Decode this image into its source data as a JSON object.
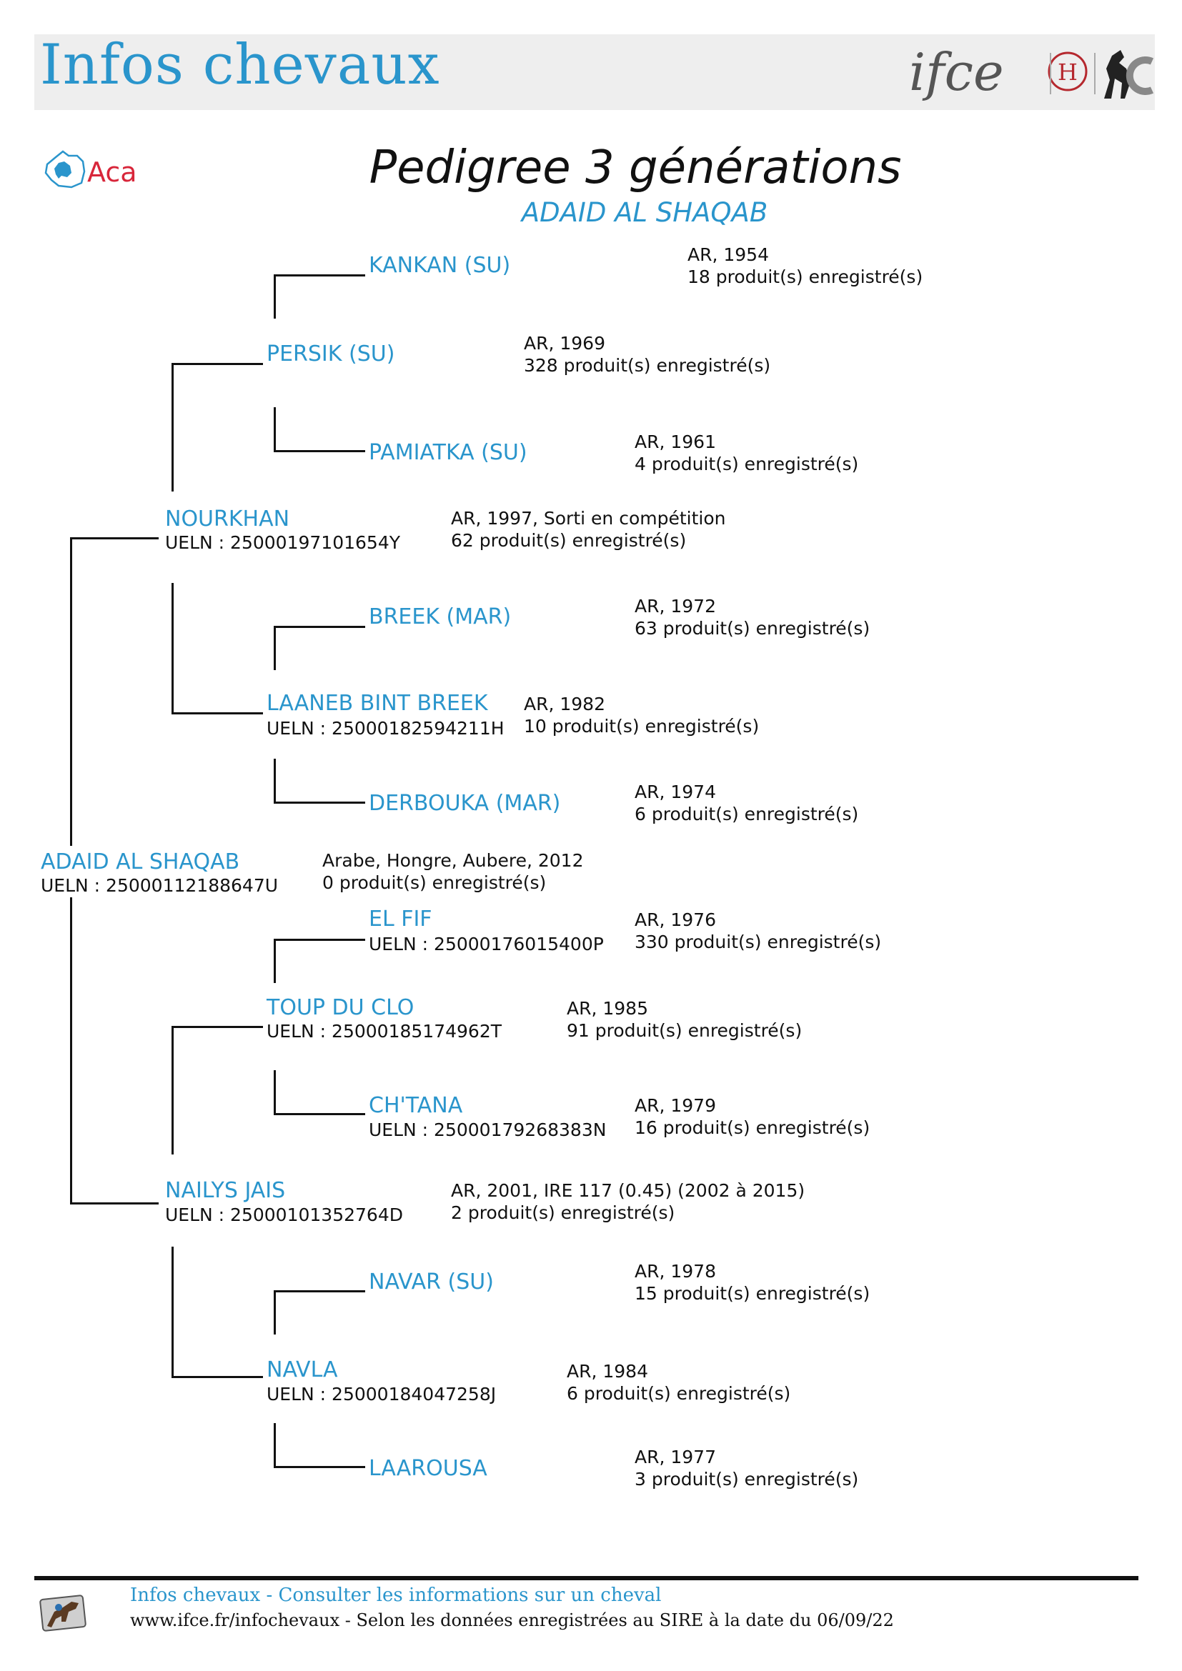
{
  "header": {
    "site_title": "Infos chevaux",
    "logo_text": "ifce",
    "logo_h": "H"
  },
  "aca_logo_text": "Aca",
  "title": "Pedigree 3 générations",
  "subtitle": "ADAID AL SHAQAB",
  "subject": {
    "name": "ADAID AL SHAQAB",
    "ueln": "UELN : 25000112188647U",
    "info1": "Arabe, Hongre, Aubere, 2012",
    "info2": "0 produit(s) enregistré(s)"
  },
  "sire": {
    "name": "NOURKHAN",
    "ueln": "UELN : 25000197101654Y",
    "info1": "AR, 1997, Sorti en compétition",
    "info2": "62 produit(s) enregistré(s)"
  },
  "sire_sire": {
    "name": "PERSIK (SU)",
    "info1": "AR, 1969",
    "info2": "328 produit(s) enregistré(s)"
  },
  "sire_sire_sire": {
    "name": "KANKAN (SU)",
    "info1": "AR, 1954",
    "info2": "18 produit(s) enregistré(s)"
  },
  "sire_sire_dam": {
    "name": "PAMIATKA (SU)",
    "info1": "AR, 1961",
    "info2": "4 produit(s) enregistré(s)"
  },
  "sire_dam": {
    "name": "LAANEB BINT BREEK",
    "ueln": "UELN : 25000182594211H",
    "info1": "AR, 1982",
    "info2": "10 produit(s) enregistré(s)"
  },
  "sire_dam_sire": {
    "name": "BREEK (MAR)",
    "info1": "AR, 1972",
    "info2": "63 produit(s) enregistré(s)"
  },
  "sire_dam_dam": {
    "name": "DERBOUKA (MAR)",
    "info1": "AR, 1974",
    "info2": "6 produit(s) enregistré(s)"
  },
  "dam": {
    "name": "NAILYS JAIS",
    "ueln": "UELN : 25000101352764D",
    "info1": "AR, 2001, IRE 117 (0.45) (2002 à 2015)",
    "info2": "2 produit(s) enregistré(s)"
  },
  "dam_sire": {
    "name": "TOUP DU CLO",
    "ueln": "UELN : 25000185174962T",
    "info1": "AR, 1985",
    "info2": "91 produit(s) enregistré(s)"
  },
  "dam_sire_sire": {
    "name": "EL FIF",
    "ueln": "UELN : 25000176015400P",
    "info1": "AR, 1976",
    "info2": "330 produit(s) enregistré(s)"
  },
  "dam_sire_dam": {
    "name": "CH'TANA",
    "ueln": "UELN : 25000179268383N",
    "info1": "AR, 1979",
    "info2": "16 produit(s) enregistré(s)"
  },
  "dam_dam": {
    "name": "NAVLA",
    "ueln": "UELN : 25000184047258J",
    "info1": "AR, 1984",
    "info2": "6 produit(s) enregistré(s)"
  },
  "dam_dam_sire": {
    "name": "NAVAR (SU)",
    "info1": "AR, 1978",
    "info2": "15 produit(s) enregistré(s)"
  },
  "dam_dam_dam": {
    "name": "LAAROUSA",
    "info1": "AR, 1977",
    "info2": "3 produit(s) enregistré(s)"
  },
  "footer": {
    "line1": "Infos chevaux - Consulter les informations sur un cheval",
    "line2": "www.ifce.fr/infochevaux - Selon les données enregistrées au SIRE à la date du 06/09/22"
  }
}
